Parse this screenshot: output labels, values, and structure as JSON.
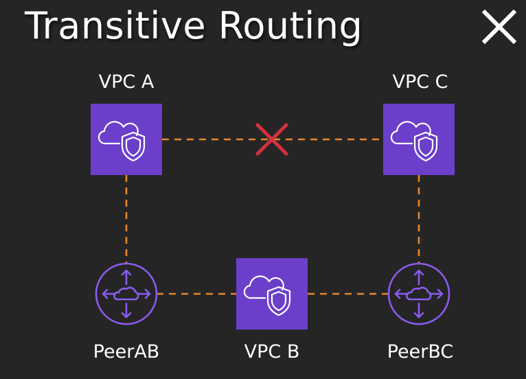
{
  "title": "Transitive Routing",
  "close_icon": "close-icon",
  "colors": {
    "background": "#252525",
    "vpc_fill": "#6b3fc9",
    "connection": "#e8872c",
    "blocked": "#d6313d",
    "router_stroke": "#8a5cf0",
    "text": "#ffffff"
  },
  "nodes": {
    "vpc_a": {
      "label": "VPC A",
      "icon": "vpc-cloud-shield-icon"
    },
    "vpc_b": {
      "label": "VPC B",
      "icon": "vpc-cloud-shield-icon"
    },
    "vpc_c": {
      "label": "VPC C",
      "icon": "vpc-cloud-shield-icon"
    },
    "peer_ab": {
      "label": "PeerAB",
      "icon": "peering-router-icon"
    },
    "peer_bc": {
      "label": "PeerBC",
      "icon": "peering-router-icon"
    }
  },
  "connections": [
    {
      "from": "VPC A",
      "to": "VPC C",
      "blocked": true
    },
    {
      "from": "VPC A",
      "to": "PeerAB",
      "blocked": false
    },
    {
      "from": "PeerAB",
      "to": "VPC B",
      "blocked": false
    },
    {
      "from": "VPC B",
      "to": "PeerBC",
      "blocked": false
    },
    {
      "from": "PeerBC",
      "to": "VPC C",
      "blocked": false
    }
  ]
}
